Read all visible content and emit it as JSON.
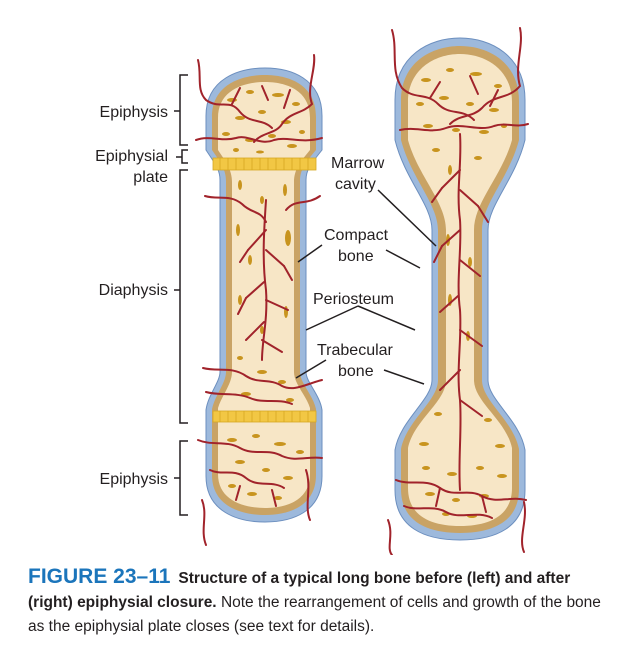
{
  "labels": {
    "epiphysis_top": "Epiphysis",
    "epiphysial_plate_line1": "Epiphysial",
    "epiphysial_plate_line2": "plate",
    "diaphysis": "Diaphysis",
    "epiphysis_bottom": "Epiphysis",
    "marrow_cavity_line1": "Marrow",
    "marrow_cavity_line2": "cavity",
    "compact_bone_line1": "Compact",
    "compact_bone_line2": "bone",
    "periosteum": "Periosteum",
    "trabecular_bone_line1": "Trabecular",
    "trabecular_bone_line2": "bone"
  },
  "caption": {
    "figure_number": "FIGURE 23–11",
    "title": "Structure of a typical long bone before (left) and after (right) epiphysial closure.",
    "body": "Note the rearrangement of cells and growth of the bone as the epiphysial plate closes (see text for details)."
  },
  "colors": {
    "periosteum": "#9db9dc",
    "compact_bone": "#c9a365",
    "marrow": "#f7e6c6",
    "trabecular": "#c8941e",
    "growth_plate": "#f2c744",
    "vessel": "#a1232b",
    "caption_accent": "#1b75bb",
    "text": "#231f20"
  }
}
